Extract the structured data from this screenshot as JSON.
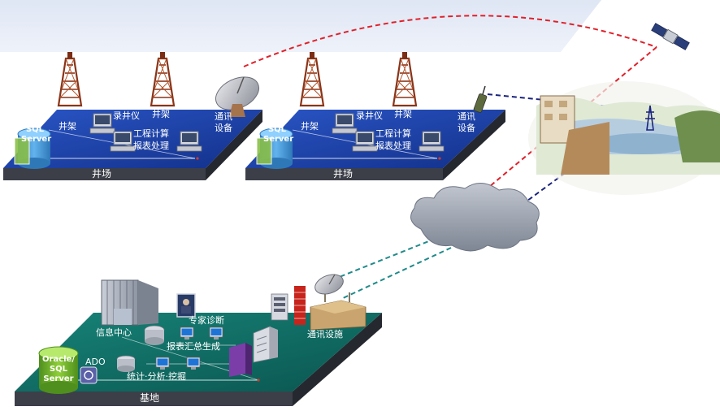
{
  "wellsite_1": {
    "platform": "井场",
    "derrick_1": "井架",
    "derrick_2": "井架",
    "logger": "录井仪",
    "engineering": "工程计算",
    "report": "报表处理",
    "comm": "通讯",
    "comm2": "设备",
    "db_line1": "SQL",
    "db_line2": "Server"
  },
  "wellsite_2": {
    "platform": "井场",
    "derrick_1": "井架",
    "derrick_2": "井架",
    "logger": "录井仪",
    "engineering": "工程计算",
    "report": "报表处理",
    "comm": "通讯",
    "comm2": "设备",
    "db_line1": "SQL",
    "db_line2": "Server"
  },
  "base": {
    "platform": "基地",
    "info_center": "信息中心",
    "expert": "专家诊断",
    "report_gen": "报表汇总生成",
    "ado": "ADO",
    "stats": "统计·分析·挖掘",
    "comm_facility": "通讯设施",
    "db_line1": "Oracle/",
    "db_line2": "SQL",
    "db_line3": "Server"
  },
  "colors": {
    "wellsite_top": "#1c3f9c",
    "base_top": "#0f6b66",
    "satellite_link": "#e0202a",
    "radio_link": "#1a237e",
    "ground_link": "#1f8a8a"
  }
}
